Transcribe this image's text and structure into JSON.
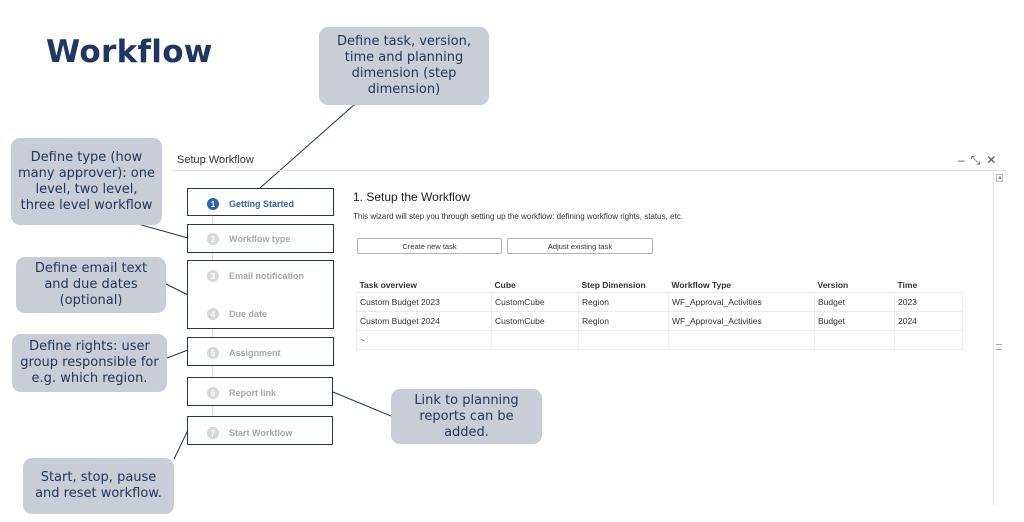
{
  "slide_title": "Workflow",
  "callouts": {
    "define_task": "Define task, version, time and planning dimension (step dimension)",
    "define_type": "Define type (how many approver): one level, two level, three level workflow",
    "email": "Define email text and due dates (optional)",
    "rights": "Define rights: user group responsible for e.g. which region.",
    "report_link": "Link to planning reports can be added.",
    "start": "Start, stop, pause and reset workflow."
  },
  "window": {
    "title": "Setup Workflow",
    "controls": {
      "minimize": "–",
      "maximize": "⤡",
      "close": "✕"
    }
  },
  "steps": [
    {
      "num": "1",
      "label": "Getting Started"
    },
    {
      "num": "2",
      "label": "Workflow type"
    },
    {
      "num": "3",
      "label": "Email notification"
    },
    {
      "num": "4",
      "label": "Due date"
    },
    {
      "num": "5",
      "label": "Assignment"
    },
    {
      "num": "6",
      "label": "Report link"
    },
    {
      "num": "7",
      "label": "Start Workflow"
    }
  ],
  "content": {
    "title": "1. Setup the Workflow",
    "description": "This wizard will step you through setting up the workflow: defining workflow rights, status, etc.",
    "create_button": "Create new task",
    "adjust_button": "Adjust existing task"
  },
  "table": {
    "headers": [
      "Task overview",
      "Cube",
      "Step Dimension",
      "Workflow Type",
      "Version",
      "Time"
    ],
    "rows": [
      [
        "Custom Budget 2023",
        "CustomCube",
        "Region",
        "WF_Approval_Activities",
        "Budget",
        "2023"
      ],
      [
        "Custom Budget 2024",
        "CustomCube",
        "Region",
        "WF_Approval_Activities",
        "Budget",
        "2024"
      ],
      [
        "~",
        "",
        "",
        "",
        "",
        ""
      ]
    ]
  },
  "colors": {
    "title": "#1f3760",
    "callout_bg": "#c8cdd6",
    "active_step": "#2c64b4",
    "box_border": "#1f3760"
  }
}
